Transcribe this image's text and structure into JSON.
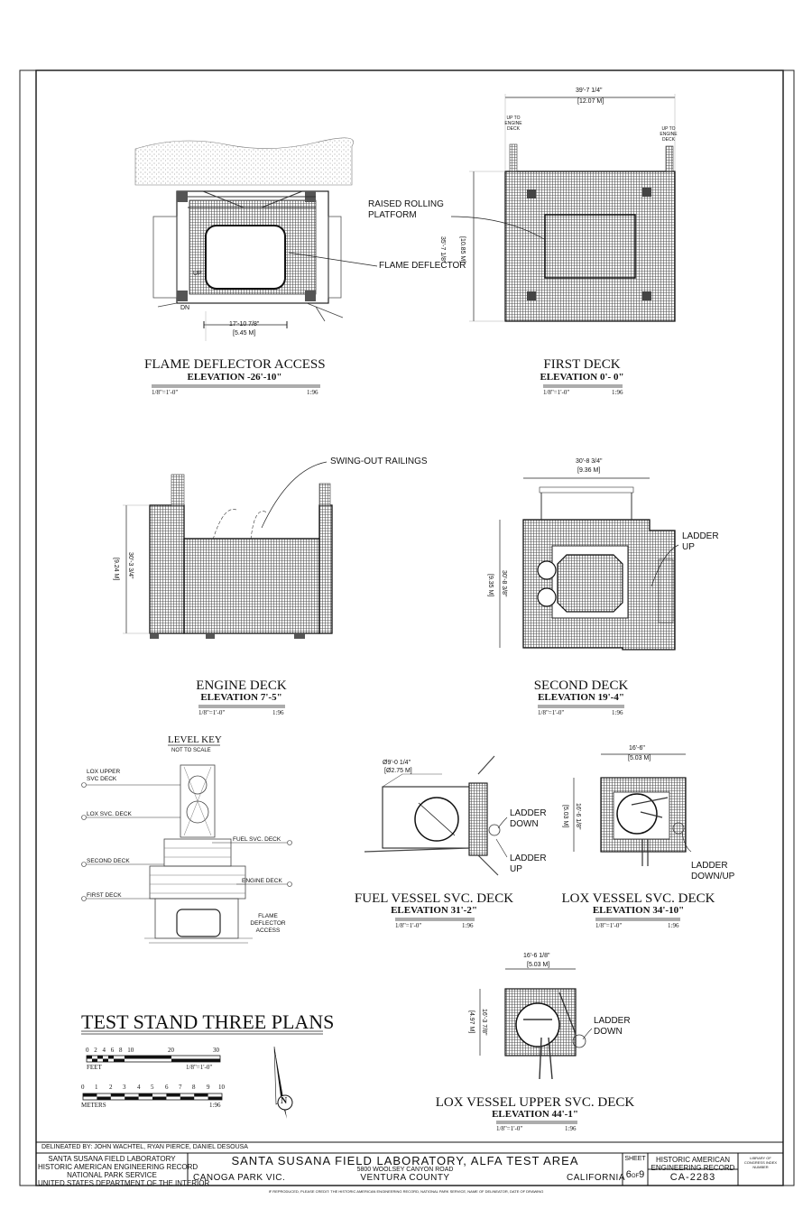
{
  "sheet_title": "TEST STAND THREE PLANS",
  "drawings": {
    "flame_deflector": {
      "title": "FLAME DEFLECTOR ACCESS",
      "elevation": "ELEVATION -26'-10\"",
      "scale_imperial": "1/8\"=1'-0\"",
      "scale_ratio": "1:96",
      "dim": "17'-10 7/8\"",
      "dim_m": "[5.45 M]",
      "note_up": "UP",
      "note_dn": "DN"
    },
    "first_deck": {
      "title": "FIRST DECK",
      "elevation": "ELEVATION 0'- 0\"",
      "scale_imperial": "1/8\"=1'-0\"",
      "scale_ratio": "1:96",
      "width": "39'-7 1/4\"",
      "width_m": "[12.07 M]",
      "height": "35'-7 1/8\"",
      "height_m": "[10.85 M]",
      "up_left": "UP TO ENGINE DECK",
      "up_right": "UP TO ENGINE DECK"
    },
    "engine_deck": {
      "title": "ENGINE DECK",
      "elevation": "ELEVATION 7'-5\"",
      "scale_imperial": "1/8\"=1'-0\"",
      "scale_ratio": "1:96",
      "height": "30'-3 3/4\"",
      "height_m": "[9.24 M]"
    },
    "second_deck": {
      "title": "SECOND DECK",
      "elevation": "ELEVATION 19'-4\"",
      "scale_imperial": "1/8\"=1'-0\"",
      "scale_ratio": "1:96",
      "width": "30'-8 3/4\"",
      "width_m": "[9.36 M]",
      "height": "30'-8 3/8\"",
      "height_m": "[9.35 M]"
    },
    "fuel_vessel": {
      "title": "FUEL VESSEL SVC. DECK",
      "elevation": "ELEVATION 31'-2\"",
      "scale_imperial": "1/8\"=1'-0\"",
      "scale_ratio": "1:96",
      "dia": "Ø9'-0 1/4\"",
      "dia_m": "[Ø2.75 M]"
    },
    "lox_vessel": {
      "title": "LOX VESSEL SVC. DECK",
      "elevation": "ELEVATION 34'-10\"",
      "scale_imperial": "1/8\"=1'-0\"",
      "scale_ratio": "1:96",
      "width": "16'-6\"",
      "width_m": "[5.03 M]",
      "height": "16'-6 1/8\"",
      "height_m": "[5.03 M]"
    },
    "lox_upper": {
      "title": "LOX VESSEL UPPER SVC. DECK",
      "elevation": "ELEVATION 44'-1\"",
      "scale_imperial": "1/8\"=1'-0\"",
      "scale_ratio": "1:96",
      "width": "16'-6 1/8\"",
      "width_m": "[5.03 M]",
      "height": "16'-3 7/8\"",
      "height_m": "[4.97 M]"
    }
  },
  "callouts": {
    "raised_platform": "RAISED ROLLING PLATFORM",
    "flame_deflector": "FLAME DEFLECTOR",
    "swing_out": "SWING-OUT RAILINGS",
    "ladder_up_second": "LADDER UP",
    "ladder_down_fuel": "LADDER DOWN",
    "ladder_up_fuel": "LADDER UP",
    "ladder_downup_lox": "LADDER DOWN/UP",
    "ladder_down_upper": "LADDER DOWN"
  },
  "level_key": {
    "title": "LEVEL KEY",
    "note": "NOT TO SCALE",
    "labels": [
      "LOX UPPER SVC DECK",
      "LOX SVC. DECK",
      "FUEL SVC. DECK",
      "SECOND DECK",
      "ENGINE DECK",
      "FIRST DECK",
      "FLAME DEFLECTOR ACCESS"
    ]
  },
  "scale_bars": {
    "feet_ticks": [
      "0",
      "2",
      "4",
      "6",
      "8",
      "10",
      "20",
      "30"
    ],
    "feet_label": "FEET",
    "feet_scale": "1/8\"=1'-0\"",
    "meter_ticks": [
      "0",
      "1",
      "2",
      "3",
      "4",
      "5",
      "6",
      "7",
      "8",
      "9",
      "10"
    ],
    "meter_label": "METERS",
    "meter_scale": "1:96"
  },
  "north": "N",
  "title_block": {
    "delineated": "DELINEATED BY: JOHN WACHTEL, RYAN PIERCE, DANIEL DESOUSA",
    "org_lines": [
      "SANTA SUSANA FIELD LABORATORY",
      "HISTORIC AMERICAN ENGINEERING RECORD",
      "NATIONAL PARK SERVICE",
      "UNITED STATES DEPARTMENT OF THE INTERIOR"
    ],
    "project": "SANTA SUSANA FIELD LABORATORY, ALFA TEST AREA",
    "address": "5800 WOOLSEY CANYON ROAD",
    "city": "CANOGA PARK VIC.",
    "county": "VENTURA COUNTY",
    "state": "CALIFORNIA",
    "sheet_label": "SHEET",
    "sheet_no": "6",
    "sheet_of": "OF",
    "sheet_total": "9",
    "haer_lines": [
      "HISTORIC AMERICAN",
      "ENGINEERING RECORD"
    ],
    "haer_no": "CA-2283",
    "loc": "LIBRARY OF CONGRESS INDEX NUMBER",
    "footer_note": "IF REPRODUCED, PLEASE CREDIT: THE HISTORIC AMERICAN ENGINEERING RECORD, NATIONAL PARK SERVICE, NAME OF DELINEATOR, DATE OF DRAWING"
  }
}
